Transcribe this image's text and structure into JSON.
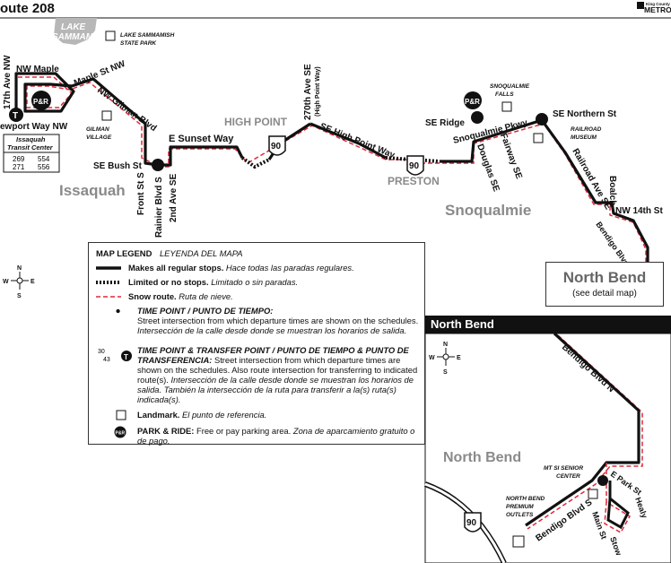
{
  "header": {
    "route_title": "oute 208",
    "logo_small": "King County",
    "logo_big": "METRO"
  },
  "places": {
    "lake_sammamish": [
      "LAKE",
      "SAMMAMISH"
    ],
    "lake_sammamish_park": [
      "LAKE SAMMAMISH",
      "STATE PARK"
    ],
    "issaquah": "Issaquah",
    "snoqualmie": "Snoqualmie",
    "high_point": "HIGH POINT",
    "preston": "PRESTON",
    "gilman_village": [
      "GILMAN",
      "VILLAGE"
    ],
    "snoqualmie_falls": [
      "SNOQUALMIE",
      "FALLS"
    ],
    "railroad_museum": [
      "RAILROAD",
      "MUSEUM"
    ]
  },
  "streets": {
    "17th_ave": "17th Ave NW",
    "nw_maple": "NW Maple",
    "maple_st": "Maple St NW",
    "nw_gilman": "NW Gilman Blvd",
    "newport": "ewport Way NW",
    "front_st": "Front St S",
    "rainier": "Rainier Blvd S",
    "second_ave": "2nd Ave SE",
    "se_bush": "SE Bush St",
    "e_sunset": "E Sunset Way",
    "270th": "270th Ave SE",
    "270th_sub": "(High Point Way)",
    "se_high_point": "SE High Point Way",
    "se_ridge": "SE Ridge",
    "snoq_pkwy": "Snoqualmie Pkwy",
    "douglas": "Douglas SE",
    "fairway": "Fairway SE",
    "se_northern": "SE Northern St",
    "railroad_ave": "Railroad Ave SE",
    "boalch": "Boalch",
    "nw_14th": "NW 14th St",
    "bendigo_blvd": "Bendigo Blvd"
  },
  "transit_center": {
    "title": [
      "Issaquah",
      "Transit Center"
    ],
    "routes": [
      [
        "269",
        "554"
      ],
      [
        "271",
        "556"
      ]
    ]
  },
  "shields": {
    "i90": "90"
  },
  "icons": {
    "park_ride": "P&R",
    "transfer": "T"
  },
  "legend": {
    "title": "MAP LEGEND",
    "title_es": "LEYENDA DEL MAPA",
    "rows": [
      {
        "b": "Makes all regular stops.",
        "i": "Hace todas las paradas regulares."
      },
      {
        "b": "Limited or no stops.",
        "i": "Limitado o sin paradas."
      },
      {
        "b": "Snow route.",
        "i": "Ruta de nieve."
      }
    ],
    "time_point": {
      "b": "TIME POINT / PUNTO DE TIEMPO:",
      "t": "Street intersection from which departure times are shown on the schedules.",
      "i": "Intersección de la calle desde donde se muestran los horarios de salida."
    },
    "transfer_point": {
      "routes": [
        "30",
        "43"
      ],
      "b": "TIME POINT & TRANSFER POINT / PUNTO DE TIEMPO & PUNTO DE TRANSFERENCIA:",
      "t": "Street intersection from which departure times are shown on the schedules. Also route intersection for transferring to indicated route(s).",
      "i": "Intersección de la calle desde donde se muestran los horarios de salida. También la intersección de la ruta para transferir a la(s) ruta(s) indicada(s)."
    },
    "landmark": {
      "b": "Landmark.",
      "i": "El punto de referencia."
    },
    "park_ride": {
      "b": "PARK & RIDE:",
      "t": "Free or pay parking area.",
      "i": "Zona de aparcamiento gratuito o de pago."
    }
  },
  "north_bend_box": {
    "title": "North Bend",
    "sub": "(see detail map)"
  },
  "compass": {
    "n": "N",
    "s": "S",
    "e": "E",
    "w": "W"
  },
  "inset": {
    "header": "North Bend",
    "title": "North Bend",
    "bendigo_n": "Bendigo Blvd N",
    "bendigo_s": "Bendigo Blvd S",
    "e_park": "E Park St",
    "main_st": "Main St",
    "healy": "Healy",
    "stow": "Stow",
    "mt_si": [
      "MT SI SENIOR",
      "CENTER"
    ],
    "outlets": [
      "NORTH BEND",
      "PREMIUM",
      "OUTLETS"
    ]
  },
  "colors": {
    "route": "#111111",
    "snow": "#e0283a",
    "lake": "#b7b7b7",
    "gray_text": "#8a8a8a"
  }
}
